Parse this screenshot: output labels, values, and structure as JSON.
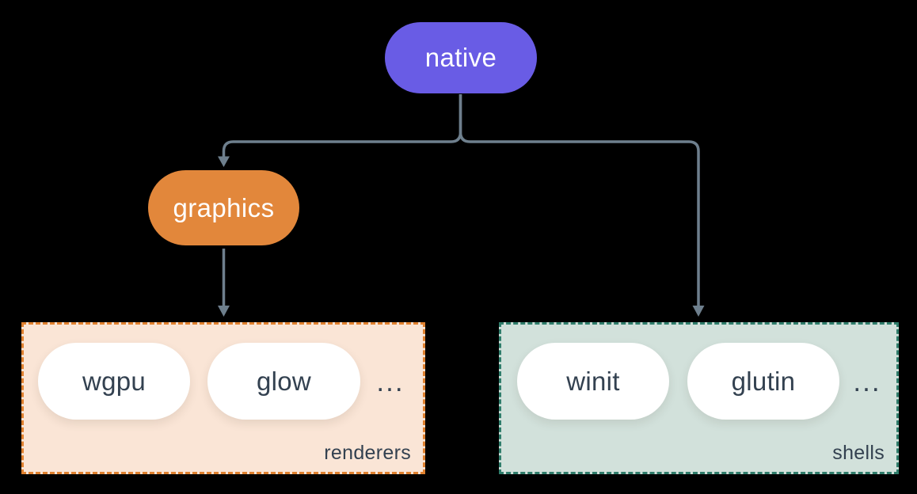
{
  "diagram": {
    "background_color": "#000000",
    "edge_color": "#6E7F8D",
    "nodes": {
      "native": {
        "label": "native",
        "fill": "#695CE5",
        "text_color": "#FFFFFF"
      },
      "graphics": {
        "label": "graphics",
        "fill": "#E2873B",
        "text_color": "#FFFFFF"
      }
    },
    "groups": {
      "renderers": {
        "label": "renderers",
        "fill": "#FAE5D6",
        "border_color": "#E0812F",
        "label_color": "#334150",
        "items": [
          {
            "label": "wgpu"
          },
          {
            "label": "glow"
          }
        ],
        "ellipsis": "..."
      },
      "shells": {
        "label": "shells",
        "fill": "#D2E1DB",
        "border_color": "#2F7D6B",
        "label_color": "#334150",
        "items": [
          {
            "label": "winit"
          },
          {
            "label": "glutin"
          }
        ],
        "ellipsis": "..."
      }
    },
    "item_pill": {
      "fill": "#FFFFFF",
      "text_color": "#334150"
    },
    "edges": [
      {
        "from": "native",
        "to": "graphics",
        "arrow": true
      },
      {
        "from": "native",
        "to": "shells",
        "arrow": true
      },
      {
        "from": "graphics",
        "to": "renderers",
        "arrow": true
      }
    ]
  }
}
